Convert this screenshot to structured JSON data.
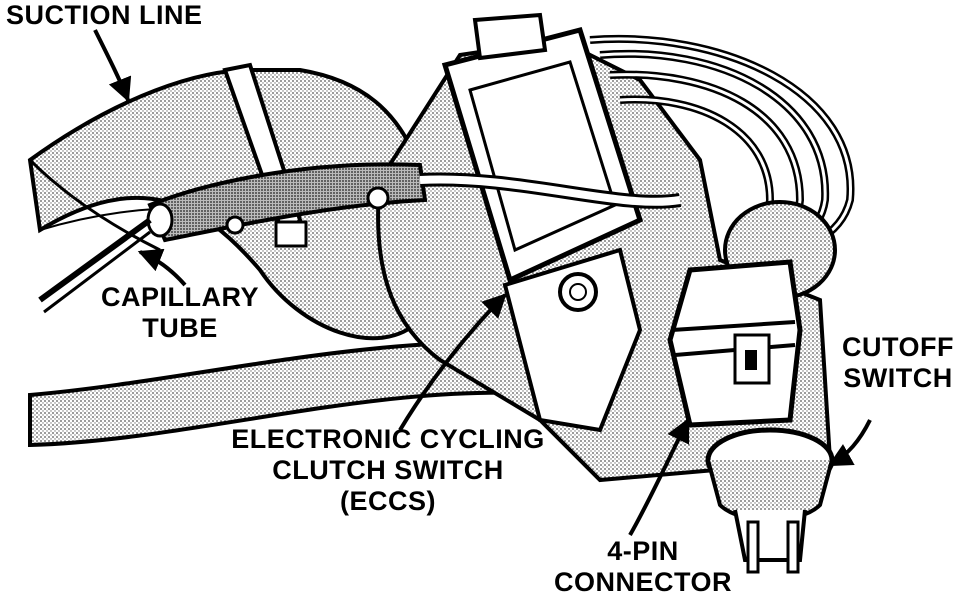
{
  "labels": {
    "suction_line": "SUCTION LINE",
    "capillary_line1": "CAPILLARY",
    "capillary_line2": "TUBE",
    "eccs_line1": "ELECTRONIC CYCLING",
    "eccs_line2": "CLUTCH SWITCH",
    "eccs_line3": "(ECCS)",
    "cutoff_line1": "CUTOFF",
    "cutoff_line2": "SWITCH",
    "connector_line1": "4-PIN",
    "connector_line2": "CONNECTOR"
  },
  "colors": {
    "ink": "#000000",
    "paper": "#ffffff",
    "stipple": "#9a9a9a"
  }
}
